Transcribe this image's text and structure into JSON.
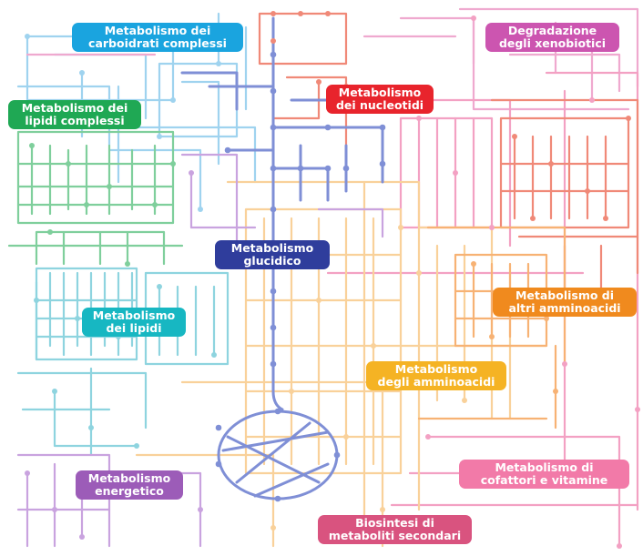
{
  "labels": {
    "carbo_complex": {
      "line1": "Metabolismo dei",
      "line2": "carboidrati complessi",
      "color": "#1aa4df"
    },
    "xenobiotics": {
      "line1": "Degradazione",
      "line2": "degli xenobiotici",
      "color": "#cc55b0"
    },
    "lipids_complex": {
      "line1": "Metabolismo dei",
      "line2": "lipidi complessi",
      "color": "#1fa854"
    },
    "nucleotides": {
      "line1": "Metabolismo",
      "line2": "dei nucleotidi",
      "color": "#e8242c"
    },
    "glucidic": {
      "line1": "Metabolismo",
      "line2": "glucidico",
      "color": "#2f3d9c"
    },
    "other_amino": {
      "line1": "Metabolismo di",
      "line2": "altri amminoacidi",
      "color": "#f08a1e"
    },
    "lipids": {
      "line1": "Metabolismo",
      "line2": "dei lipidi",
      "color": "#17b7c2"
    },
    "amino": {
      "line1": "Metabolismo",
      "line2": "degli amminoacidi",
      "color": "#f5b324"
    },
    "cofactors": {
      "line1": "Metabolismo di",
      "line2": "cofattori e vitamine",
      "color": "#f27aa8"
    },
    "energy": {
      "line1": "Metabolismo",
      "line2": "energetico",
      "color": "#9c5cb8"
    },
    "secondary": {
      "line1": "Biosintesi di",
      "line2": "metaboliti secondari",
      "color": "#d9537f"
    }
  }
}
